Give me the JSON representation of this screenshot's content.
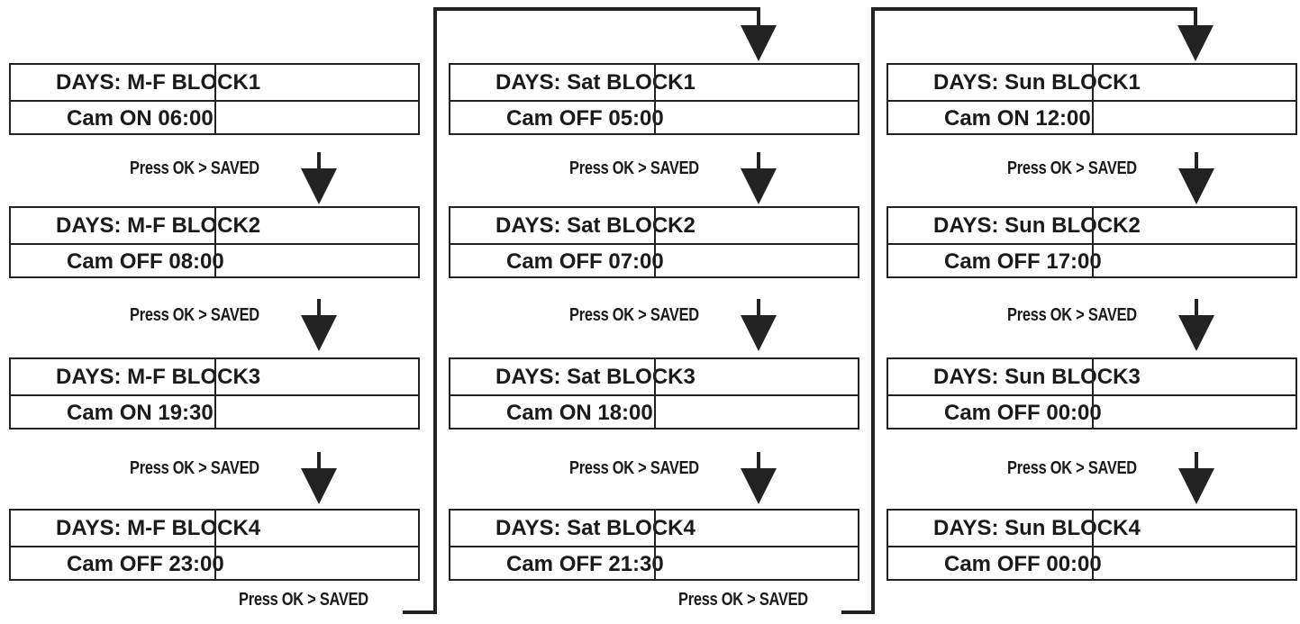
{
  "step_label": "Press OK > SAVED",
  "columns": [
    {
      "blocks": [
        {
          "header": "DAYS: M-F BLOCK1",
          "action": "Cam ON 06:00"
        },
        {
          "header": "DAYS: M-F BLOCK2",
          "action": "Cam OFF 08:00"
        },
        {
          "header": "DAYS: M-F BLOCK3",
          "action": "Cam ON 19:30"
        },
        {
          "header": "DAYS: M-F BLOCK4",
          "action": "Cam OFF 23:00"
        }
      ]
    },
    {
      "blocks": [
        {
          "header": "DAYS: Sat BLOCK1",
          "action": "Cam OFF 05:00"
        },
        {
          "header": "DAYS: Sat BLOCK2",
          "action": "Cam OFF 07:00"
        },
        {
          "header": "DAYS: Sat BLOCK3",
          "action": "Cam ON 18:00"
        },
        {
          "header": "DAYS: Sat BLOCK4",
          "action": "Cam OFF 21:30"
        }
      ]
    },
    {
      "blocks": [
        {
          "header": "DAYS: Sun BLOCK1",
          "action": "Cam ON 12:00"
        },
        {
          "header": "DAYS: Sun BLOCK2",
          "action": "Cam OFF 17:00"
        },
        {
          "header": "DAYS: Sun BLOCK3",
          "action": "Cam OFF 00:00"
        },
        {
          "header": "DAYS: Sun BLOCK4",
          "action": "Cam OFF 00:00"
        }
      ]
    }
  ]
}
